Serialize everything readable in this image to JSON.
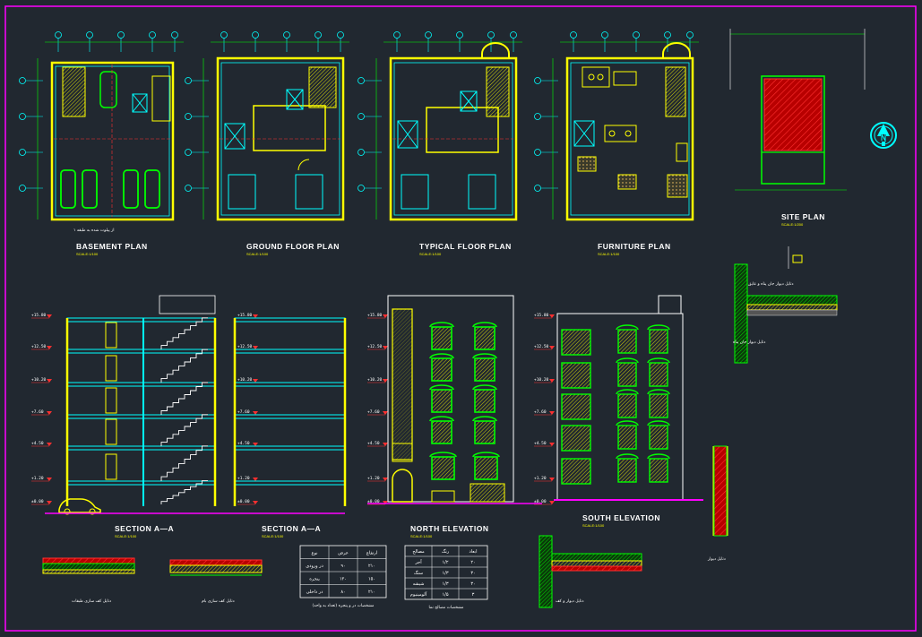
{
  "sheet": {
    "colors": {
      "background": "#212830",
      "frame": "#ff00ff",
      "wall": "#ffff00",
      "grid": "#00ffff",
      "dim": "#00ff00",
      "text": "#ffffff",
      "hatch": "#ff0000"
    },
    "plans": [
      {
        "id": "basement",
        "title": "BASEMENT    PLAN",
        "scale": "SCALE:1/100",
        "note": "۱ از پیلوت شده به طبقه"
      },
      {
        "id": "ground",
        "title": "GROUND  FLOOR  PLAN",
        "scale": "SCALE:1/100"
      },
      {
        "id": "typical",
        "title": "TYPICAL  FLOOR  PLAN",
        "scale": "SCALE:1/100"
      },
      {
        "id": "furniture",
        "title": "FURNITURE    PLAN",
        "scale": "SCALE:1/100"
      }
    ],
    "site": {
      "title": "SITE  PLAN",
      "scale": "SCALE:1/200"
    },
    "sections": [
      {
        "id": "section1",
        "title": "SECTION     A—A",
        "scale": "SCALE:1/100",
        "levels": [
          "+15.80",
          "+12.50",
          "+10.20",
          "+7.60",
          "+4.50",
          "+1.20",
          "±0.00"
        ]
      },
      {
        "id": "section2",
        "title": "SECTION     A—A",
        "scale": "SCALE:1/100",
        "levels": [
          "+15.80",
          "+12.50",
          "+10.20",
          "+7.60",
          "+4.50",
          "+1.20",
          "±0.00"
        ]
      }
    ],
    "elevations": [
      {
        "id": "north",
        "title": "NORTH    ELEVATION",
        "scale": "SCALE:1/100",
        "levels": [
          "+15.80",
          "+12.50",
          "+10.20",
          "+7.60",
          "+4.50",
          "+1.20",
          "±0.00"
        ]
      },
      {
        "id": "south",
        "title": "SOUTH    ELEVATION",
        "scale": "SCALE:1/100",
        "levels": [
          "+15.80",
          "+12.50",
          "+10.20",
          "+7.60",
          "+4.50",
          "+1.20",
          "±0.00"
        ]
      }
    ],
    "details": {
      "floor1": "دتایل کف سازی طبقات",
      "floor2": "دتایل کف سازی بام",
      "wall1": "دتایل دیوار و کف",
      "wall2": "دتایل دیوار",
      "parapet": "دتایل دیوار جان پناه",
      "top": "دتایل دیوار جان پناه و عایق"
    },
    "table1": {
      "caption": "مشخصات در و پنجره (تعداد به واحد)",
      "headers": [
        "نوع",
        "عرض",
        "ارتفاع"
      ],
      "rows": [
        [
          "در ورودی",
          "۹۰",
          "۲۱۰"
        ],
        [
          "پنجره",
          "۱۲۰",
          "۱۵۰"
        ],
        [
          "در داخلی",
          "۸۰",
          "۲۱۰"
        ]
      ]
    },
    "table2": {
      "caption": "مشخصات مصالح نما",
      "headers": [
        "مصالح",
        "رنگ",
        "ابعاد"
      ],
      "rows": [
        [
          "آجر",
          "۱/۲",
          "۲۰"
        ],
        [
          "سنگ",
          "۱/۳",
          "۳۰"
        ],
        [
          "شیشه",
          "۱/۳",
          "۳۰"
        ],
        [
          "آلومینیوم",
          "۱/۵",
          "۳"
        ]
      ]
    }
  }
}
